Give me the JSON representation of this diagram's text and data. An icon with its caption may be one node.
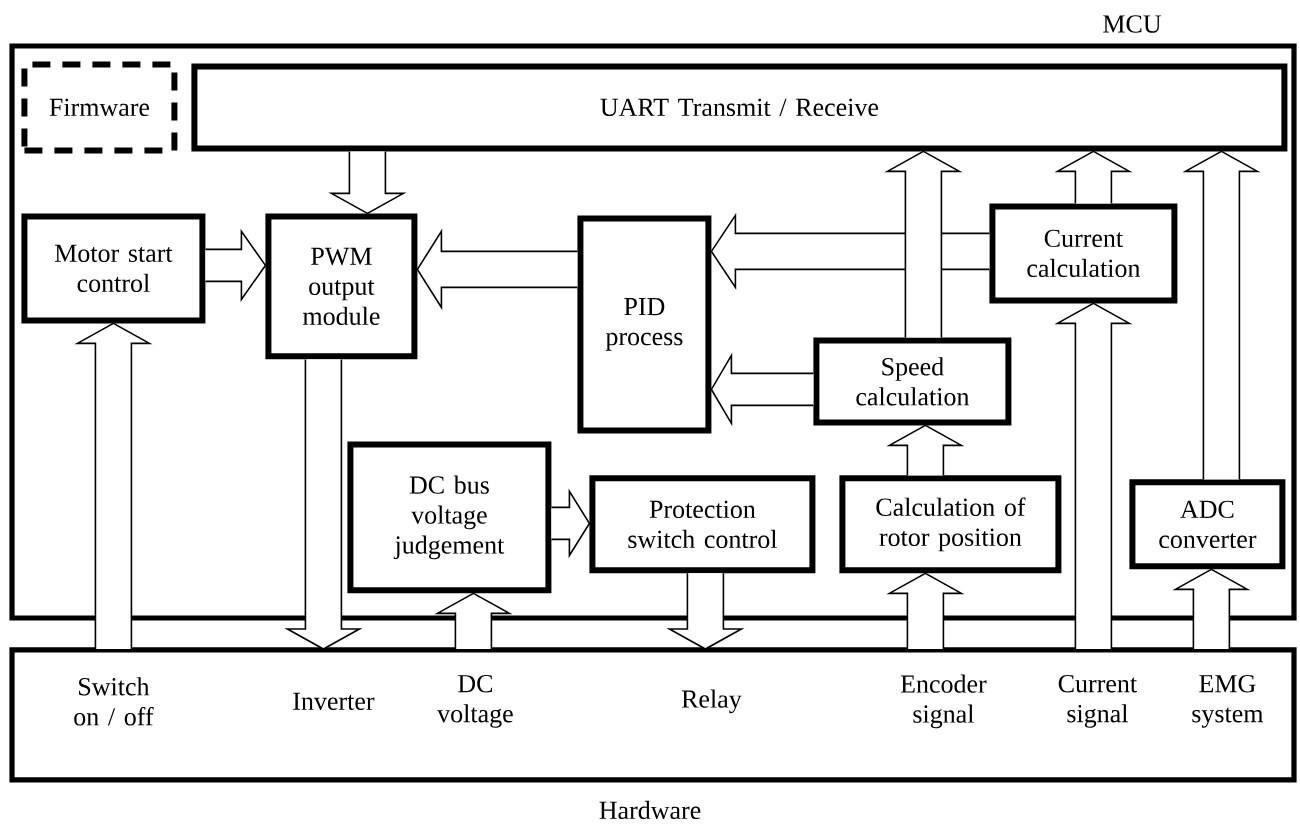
{
  "diagram": {
    "nodes": [
      {
        "text": [
          "MCU"
        ]
      },
      {
        "text": [
          "Firmware"
        ],
        "in": 0
      },
      {
        "text": [
          "UART Transmit / Receive"
        ],
        "in": 0
      },
      {
        "text": [
          "Motor start control"
        ],
        "in": 0
      },
      {
        "text": [
          "PWM output module"
        ],
        "in": 0
      },
      {
        "text": [
          "PID process"
        ],
        "in": 0
      },
      {
        "text": [
          "Current calculation"
        ],
        "in": 0
      },
      {
        "text": [
          "Speed calculation"
        ],
        "in": 0
      },
      {
        "text": [
          "DC bus voltage judgement"
        ],
        "in": 0
      },
      {
        "text": [
          "Protection switch control"
        ],
        "in": 0
      },
      {
        "text": [
          "Calculation of rotor position"
        ],
        "in": 0
      },
      {
        "text": [
          "ADC converter"
        ],
        "in": 0
      },
      {
        "text": [
          "Hardware"
        ]
      },
      {
        "text": [
          "Switch on / off"
        ],
        "in": 12
      },
      {
        "text": [
          "Inverter"
        ],
        "in": 12
      },
      {
        "text": [
          "DC voltage"
        ],
        "in": 12
      },
      {
        "text": [
          "Relay"
        ],
        "in": 12
      },
      {
        "text": [
          "Encoder signal"
        ],
        "in": 12
      },
      {
        "text": [
          "Current signal"
        ],
        "in": 12
      },
      {
        "text": [
          "EMG system"
        ],
        "in": 12
      }
    ],
    "edges": [
      {
        "from": 2,
        "to": 4,
        "arrow": "to"
      },
      {
        "from": 3,
        "to": 4,
        "arrow": "to"
      },
      {
        "from": 5,
        "to": 4,
        "arrow": "to"
      },
      {
        "from": 6,
        "to": 5,
        "arrow": "to"
      },
      {
        "from": 7,
        "to": 5,
        "arrow": "to"
      },
      {
        "from": 6,
        "to": 2,
        "arrow": "to"
      },
      {
        "from": 7,
        "to": 2,
        "arrow": "to"
      },
      {
        "from": 10,
        "to": 7,
        "arrow": "to"
      },
      {
        "from": 11,
        "to": 2,
        "arrow": "to"
      },
      {
        "from": 8,
        "to": 9,
        "arrow": "to"
      },
      {
        "from": 13,
        "to": 3,
        "arrow": "to"
      },
      {
        "from": 4,
        "to": 14,
        "arrow": "to"
      },
      {
        "from": 15,
        "to": 8,
        "arrow": "to"
      },
      {
        "from": 9,
        "to": 16,
        "arrow": "to"
      },
      {
        "from": 17,
        "to": 10,
        "arrow": "to"
      },
      {
        "from": 18,
        "to": 6,
        "arrow": "to"
      },
      {
        "from": 19,
        "to": 11,
        "arrow": "to"
      }
    ]
  }
}
